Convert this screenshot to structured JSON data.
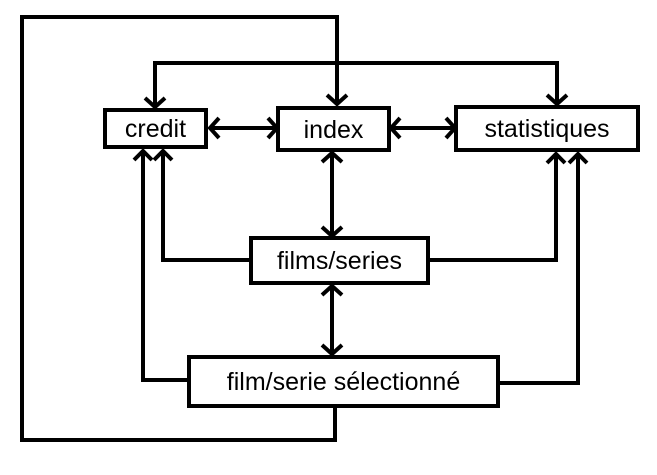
{
  "nodes": {
    "credit": "credit",
    "index": "index",
    "statistiques": "statistiques",
    "films_series": "films/series",
    "film_serie_selectionne": "film/serie sélectionné"
  },
  "colors": {
    "stroke": "#000000",
    "background": "#ffffff"
  }
}
